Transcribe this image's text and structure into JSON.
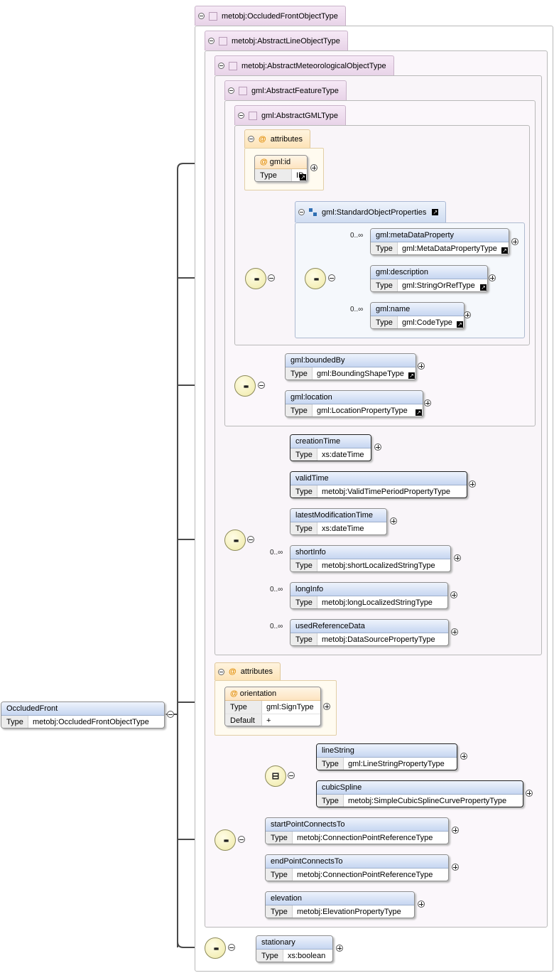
{
  "types": {
    "occluded_front_object_type": "metobj:OccludedFrontObjectType",
    "abstract_line_object_type": "metobj:AbstractLineObjectType",
    "abstract_meteorological_object_type": "metobj:AbstractMeteorologicalObjectType",
    "abstract_feature_type": "gml:AbstractFeatureType",
    "abstract_gml_type": "gml:AbstractGMLType",
    "standard_object_properties": "gml:StandardObjectProperties"
  },
  "labels": {
    "attributes": "attributes",
    "type_key": "Type",
    "default_key": "Default",
    "cardinality": "0..∞"
  },
  "root": {
    "name": "OccludedFront",
    "type": "metobj:OccludedFrontObjectType"
  },
  "gml_id": {
    "name": "gml:id",
    "type": "ID"
  },
  "std_props": [
    {
      "name": "gml:metaDataProperty",
      "type": "gml:MetaDataPropertyType",
      "card": "0..∞"
    },
    {
      "name": "gml:description",
      "type": "gml:StringOrRefType",
      "card": ""
    },
    {
      "name": "gml:name",
      "type": "gml:CodeType",
      "card": "0..∞"
    }
  ],
  "feature_props": [
    {
      "name": "gml:boundedBy",
      "type": "gml:BoundingShapeType"
    },
    {
      "name": "gml:location",
      "type": "gml:LocationPropertyType"
    }
  ],
  "met_props": [
    {
      "name": "creationTime",
      "type": "xs:dateTime",
      "card": ""
    },
    {
      "name": "validTime",
      "type": "metobj:ValidTimePeriodPropertyType",
      "card": ""
    },
    {
      "name": "latestModificationTime",
      "type": "xs:dateTime",
      "card": ""
    },
    {
      "name": "shortInfo",
      "type": "metobj:shortLocalizedStringType",
      "card": "0..∞"
    },
    {
      "name": "longInfo",
      "type": "metobj:longLocalizedStringType",
      "card": "0..∞"
    },
    {
      "name": "usedReferenceData",
      "type": "metobj:DataSourcePropertyType",
      "card": "0..∞"
    }
  ],
  "orientation": {
    "name": "orientation",
    "type": "gml:SignType",
    "default": "+"
  },
  "line_props": [
    {
      "name": "lineString",
      "type": "gml:LineStringPropertyType"
    },
    {
      "name": "cubicSpline",
      "type": "metobj:SimpleCubicSplineCurvePropertyType"
    },
    {
      "name": "startPointConnectsTo",
      "type": "metobj:ConnectionPointReferenceType"
    },
    {
      "name": "endPointConnectsTo",
      "type": "metobj:ConnectionPointReferenceType"
    },
    {
      "name": "elevation",
      "type": "metobj:ElevationPropertyType"
    }
  ],
  "stationary": {
    "name": "stationary",
    "type": "xs:boolean"
  }
}
